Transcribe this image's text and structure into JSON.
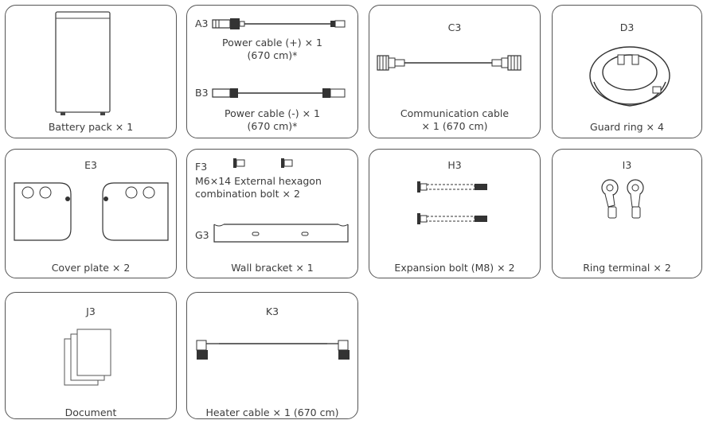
{
  "items": {
    "battery": {
      "caption": "Battery pack × 1"
    },
    "a3": {
      "code": "A3",
      "caption1": "Power cable (+) × 1",
      "caption2": "(670 cm)*"
    },
    "b3": {
      "code": "B3",
      "caption1": "Power cable (-) × 1",
      "caption2": "(670 cm)*"
    },
    "c3": {
      "code": "C3",
      "caption1": "Communication cable",
      "caption2": "× 1 (670 cm)"
    },
    "d3": {
      "code": "D3",
      "caption": "Guard ring × 4"
    },
    "e3": {
      "code": "E3",
      "caption": "Cover plate × 2"
    },
    "f3": {
      "code": "F3",
      "caption1": "M6×14 External hexagon",
      "caption2": "combination bolt × 2"
    },
    "g3": {
      "code": "G3",
      "caption": "Wall bracket × 1"
    },
    "h3": {
      "code": "H3",
      "caption": "Expansion bolt (M8) × 2"
    },
    "i3": {
      "code": "I3",
      "caption": "Ring terminal × 2"
    },
    "j3": {
      "code": "J3",
      "caption": "Document"
    },
    "k3": {
      "code": "K3",
      "caption": "Heater cable × 1 (670 cm)"
    }
  },
  "icons": [
    "battery-pack-icon",
    "power-cable-positive-icon",
    "power-cable-negative-icon",
    "communication-cable-icon",
    "guard-ring-icon",
    "cover-plate-icon",
    "hexagon-bolt-icon",
    "wall-bracket-icon",
    "expansion-bolt-icon",
    "ring-terminal-icon",
    "document-icon",
    "heater-cable-icon"
  ],
  "colors": {
    "border": "#555555",
    "text": "#3c3c3c",
    "line": "#444444"
  }
}
